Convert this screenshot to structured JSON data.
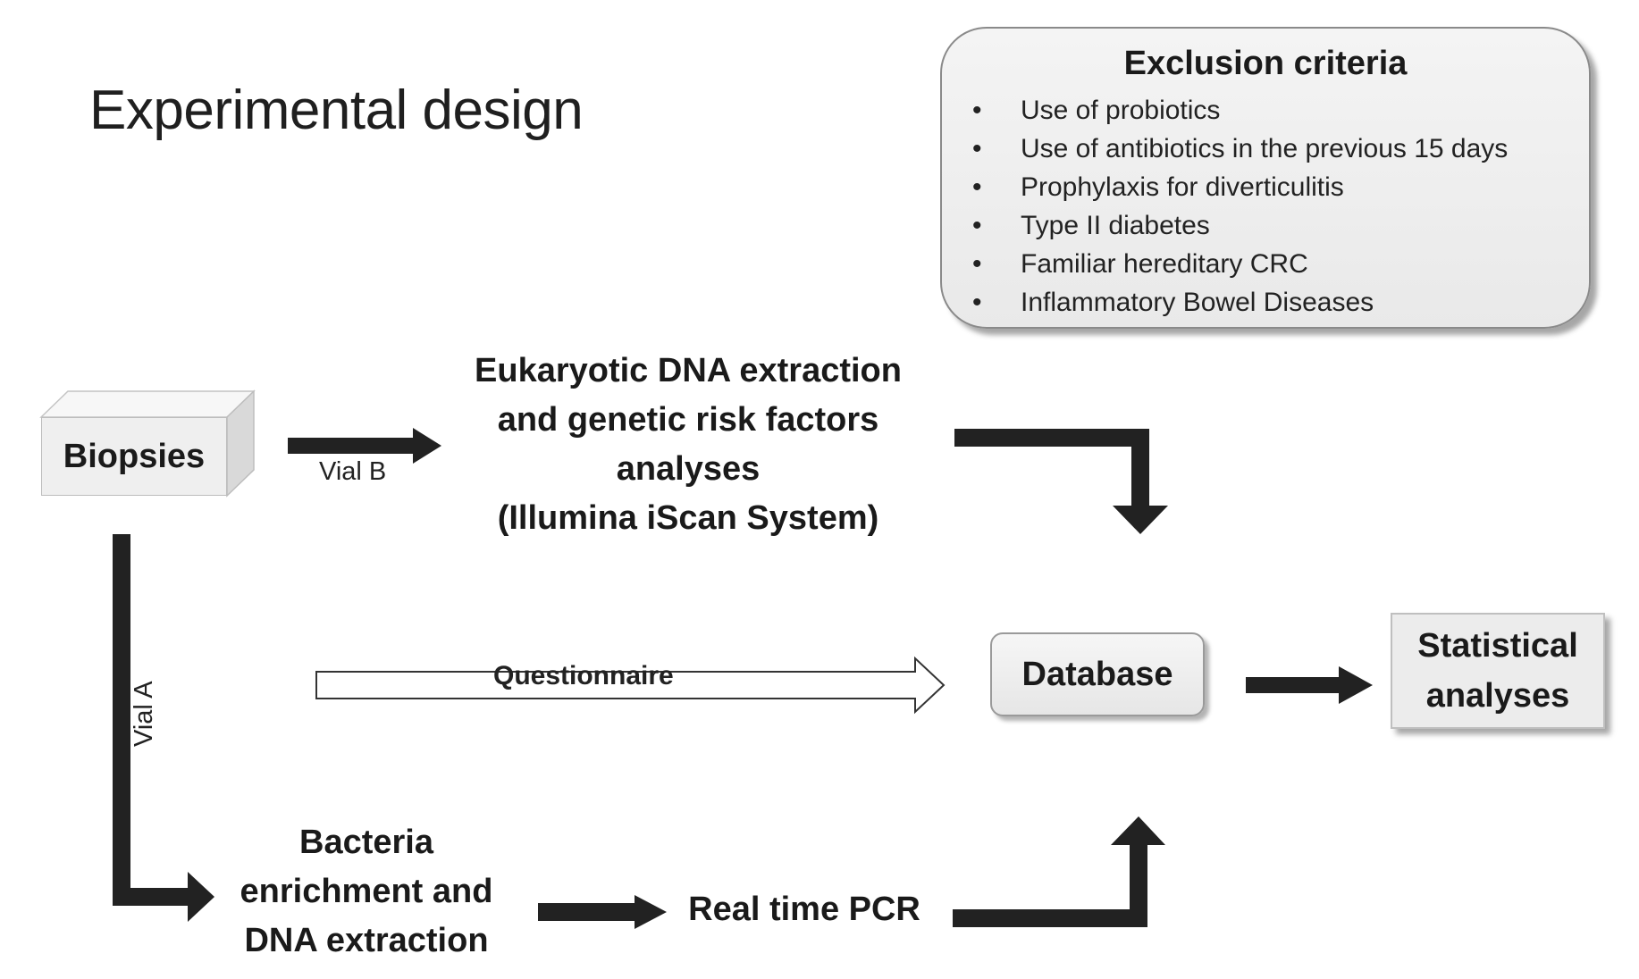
{
  "title": "Experimental design",
  "exclusion": {
    "title": "Exclusion criteria",
    "bullet": "•",
    "items": [
      "Use of probiotics",
      "Use of antibiotics in the previous 15 days",
      "Prophylaxis for diverticulitis",
      "Type II diabetes",
      "Familiar hereditary CRC",
      "Inflammatory Bowel Diseases"
    ]
  },
  "nodes": {
    "biopsies": "Biopsies",
    "eukaryotic": [
      "Eukaryotic DNA extraction",
      "and genetic risk factors",
      "analyses",
      "(Illumina iScan System)"
    ],
    "database": "Database",
    "statistical": [
      "Statistical",
      "analyses"
    ],
    "bacteria": [
      "Bacteria",
      "enrichment and",
      "DNA extraction"
    ],
    "realtime": "Real time PCR"
  },
  "edges": {
    "vial_b": "Vial B",
    "vial_a": "Vial A",
    "questionnaire": "Questionnaire"
  },
  "colors": {
    "arrow": "#222222",
    "box_fill": "#ececec",
    "box_border": "#9a9a9a"
  }
}
